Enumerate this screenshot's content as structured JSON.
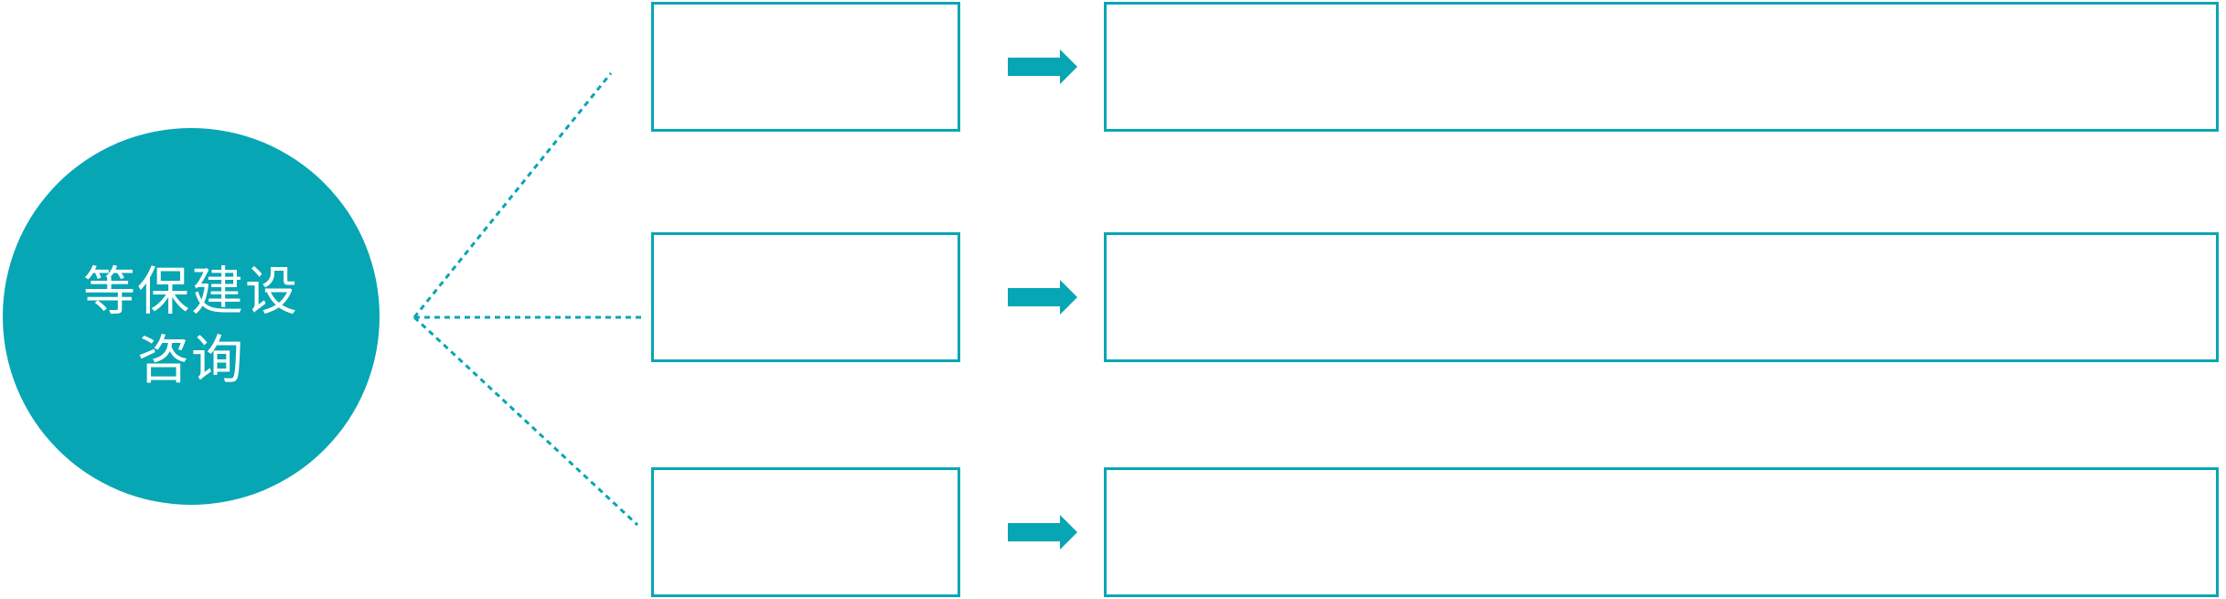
{
  "diagram": {
    "accent_color": "#07a6b4",
    "background_color": "#ffffff",
    "circle": {
      "label_line1": "等保建设",
      "label_line2": "咨询",
      "text_color": "#ffffff"
    },
    "connectors": {
      "style": "dotted",
      "count": 3
    },
    "arrow_icon": "right-arrow-icon",
    "rows": [
      {
        "small_box_text": "",
        "large_box_text": ""
      },
      {
        "small_box_text": "",
        "large_box_text": ""
      },
      {
        "small_box_text": "",
        "large_box_text": ""
      }
    ]
  }
}
